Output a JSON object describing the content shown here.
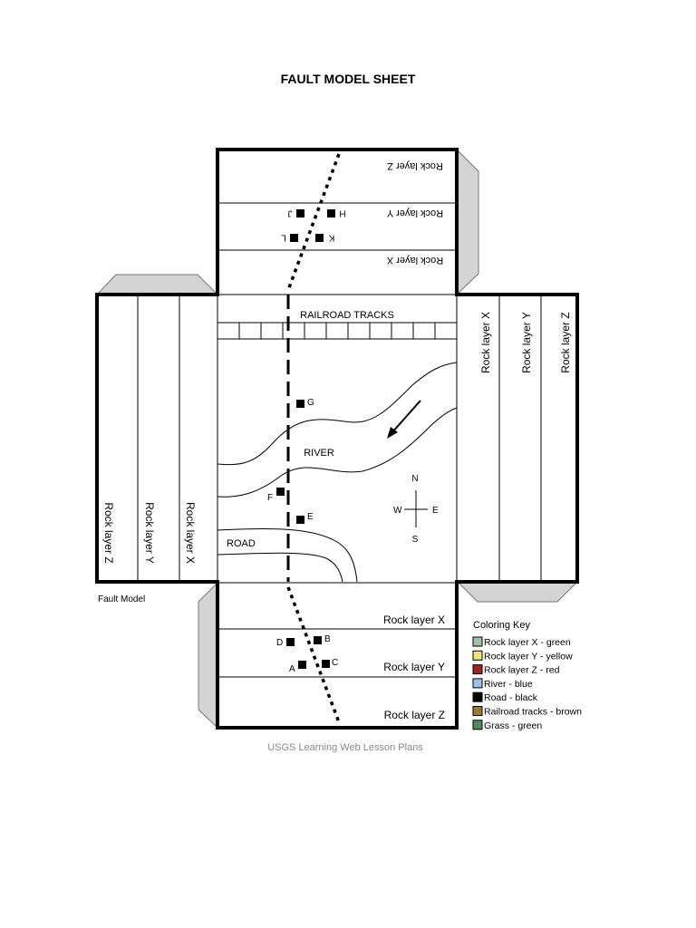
{
  "title": "FAULT MODEL SHEET",
  "top_panel": {
    "layers": [
      "Rock layer Z",
      "Rock layer Y",
      "Rock layer X"
    ],
    "points": [
      "H",
      "J",
      "K",
      "L"
    ]
  },
  "center_panel": {
    "railroad_label": "RAILROAD TRACKS",
    "river_label": "RIVER",
    "road_label": "ROAD",
    "points": [
      "G",
      "F",
      "E"
    ],
    "compass": {
      "n": "N",
      "s": "S",
      "e": "E",
      "w": "W"
    }
  },
  "left_panel": {
    "layers": [
      "Rock layer Z",
      "Rock layer Y",
      "Rock layer X"
    ]
  },
  "right_panel": {
    "layers": [
      "Rock layer X",
      "Rock layer Y",
      "Rock layer Z"
    ]
  },
  "bottom_panel": {
    "layers": [
      "Rock layer X",
      "Rock layer Y",
      "Rock layer Z"
    ],
    "points": [
      "A",
      "B",
      "C",
      "D"
    ]
  },
  "model_caption": "Fault Model",
  "credit": "USGS Learning Web Lesson Plans",
  "coloring_key": {
    "heading": "Coloring Key",
    "items": [
      {
        "label": "Rock layer X - green",
        "color": "#9dc3a8"
      },
      {
        "label": "Rock layer Y - yellow",
        "color": "#f2e27a"
      },
      {
        "label": "Rock layer Z - red",
        "color": "#a0202a"
      },
      {
        "label": "River - blue",
        "color": "#9cc3e6"
      },
      {
        "label": "Road - black",
        "color": "#000000"
      },
      {
        "label": "Railroad tracks - brown",
        "color": "#9a7a3a"
      },
      {
        "label": "Grass - green",
        "color": "#4f8a5f"
      }
    ]
  }
}
